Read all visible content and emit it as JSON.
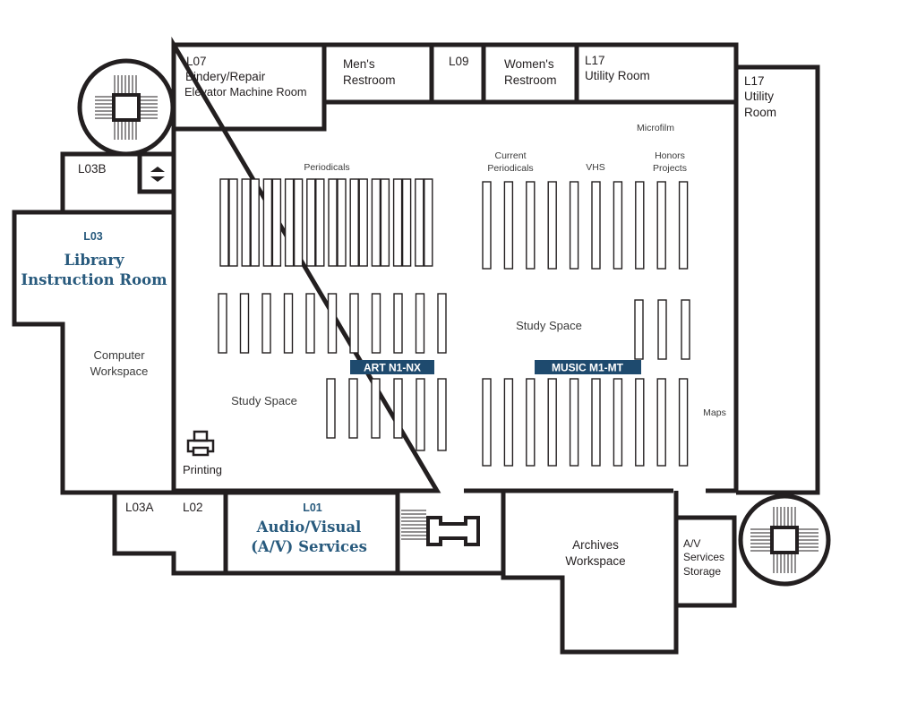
{
  "colors": {
    "accent": "#285a7d",
    "wall": "#231f20",
    "banner": "#1e4a6e"
  },
  "rooms": {
    "l07": [
      "L07",
      "Bindery/Repair",
      "Elevator Machine Room"
    ],
    "mens": [
      "Men's",
      "Restroom"
    ],
    "l09": "L09",
    "womens": [
      "Women's",
      "Restroom"
    ],
    "l17a": [
      "L17",
      "Utility Room"
    ],
    "l17b": [
      "L17",
      "Utility",
      "Room"
    ],
    "l03b": "L03B",
    "l03": {
      "code": "L03",
      "name": [
        "Library",
        "Instruction Room"
      ]
    },
    "computer": [
      "Computer",
      "Workspace"
    ],
    "l03a": "L03A",
    "l02": "L02",
    "l01": {
      "code": "L01",
      "name": [
        "Audio/Visual",
        "(A/V) Services"
      ]
    },
    "archives": [
      "Archives",
      "Workspace"
    ],
    "av_storage": [
      "A/V",
      "Services",
      "Storage"
    ]
  },
  "areas": {
    "periodicals": "Periodicals",
    "current_periodicals": [
      "Current",
      "Periodicals"
    ],
    "vhs": "VHS",
    "honors": [
      "Honors",
      "Projects"
    ],
    "microfilm": "Microfilm",
    "maps": "Maps",
    "study_right": "Study Space",
    "study_left": "Study Space",
    "printing": "Printing"
  },
  "banners": {
    "art": "ART N1-NX",
    "music": "MUSIC M1-MT"
  },
  "icons": {
    "elevator": "elevator-icon",
    "printer": "printer-icon",
    "stairs": "stairs-icon"
  }
}
